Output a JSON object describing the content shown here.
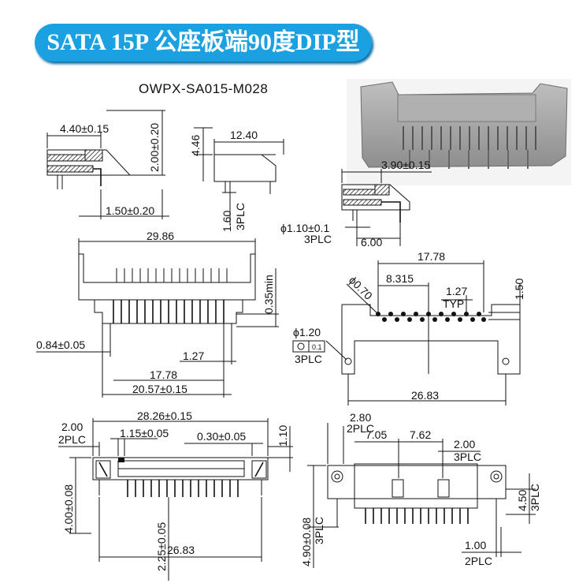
{
  "title": "SATA 15P 公座板端90度DIP型",
  "part_number": "OWPX-SA015-M028",
  "side_view": {
    "width": "4.40±0.15",
    "height": "2.00±0.20",
    "pitch": "1.50±0.20"
  },
  "side_view_simple": {
    "length": "12.40",
    "height": "4.46",
    "pin": "1.60",
    "pin_count": "3PLC"
  },
  "side_view_pcb": {
    "width": "3.90±0.15",
    "hole": "ϕ1.10±0.1",
    "hole_count": "3PLC",
    "offset": "6.00"
  },
  "front_view": {
    "overall": "29.86",
    "gap": "0.35min",
    "tab": "0.84±0.05",
    "pitch": "1.27",
    "pin_span": "17.78",
    "body": "20.57±0.15"
  },
  "pcb_layout": {
    "span": "17.78",
    "offset": "8.315",
    "pitch": "1.27",
    "pitch_note": "TYP",
    "row": "1.50",
    "pad": "ϕ0.70",
    "hole": "ϕ1.20",
    "tolerance": "0.1",
    "hole_count": "3PLC",
    "width": "26.83"
  },
  "top_view": {
    "edge": "2.00",
    "edge_count": "2PLC",
    "overall": "28.26±0.15",
    "slot": "1.15±0.05",
    "contact": "0.30±0.05",
    "depth": "1.10",
    "height": "4.00±0.08",
    "pin_len": "2.25±0.05",
    "width": "26.83"
  },
  "bottom_view": {
    "edge": "2.80",
    "edge_count": "2PLC",
    "a": "7.05",
    "b": "7.62",
    "c": "2.00",
    "c_count": "3PLC",
    "post": "4.50",
    "post_count": "3PLC",
    "height": "4.90±0.08",
    "height_count": "3PLC",
    "foot": "1.00",
    "foot_count": "2PLC"
  }
}
